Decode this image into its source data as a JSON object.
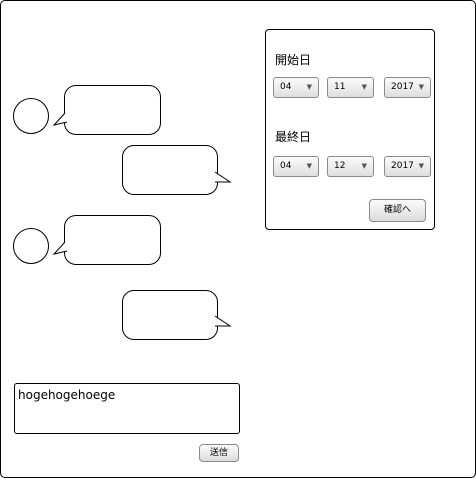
{
  "date_panel": {
    "start_label": "開始日",
    "start": {
      "month": "04",
      "day": "11",
      "year": "2017"
    },
    "end_label": "最終日",
    "end": {
      "month": "04",
      "day": "12",
      "year": "2017"
    },
    "confirm_label": "確認へ",
    "arrow": "▼"
  },
  "composer": {
    "message_value": "hogehogehoege",
    "send_label": "送信"
  },
  "icons": {
    "select_arrow": "triangle-down-icon"
  }
}
